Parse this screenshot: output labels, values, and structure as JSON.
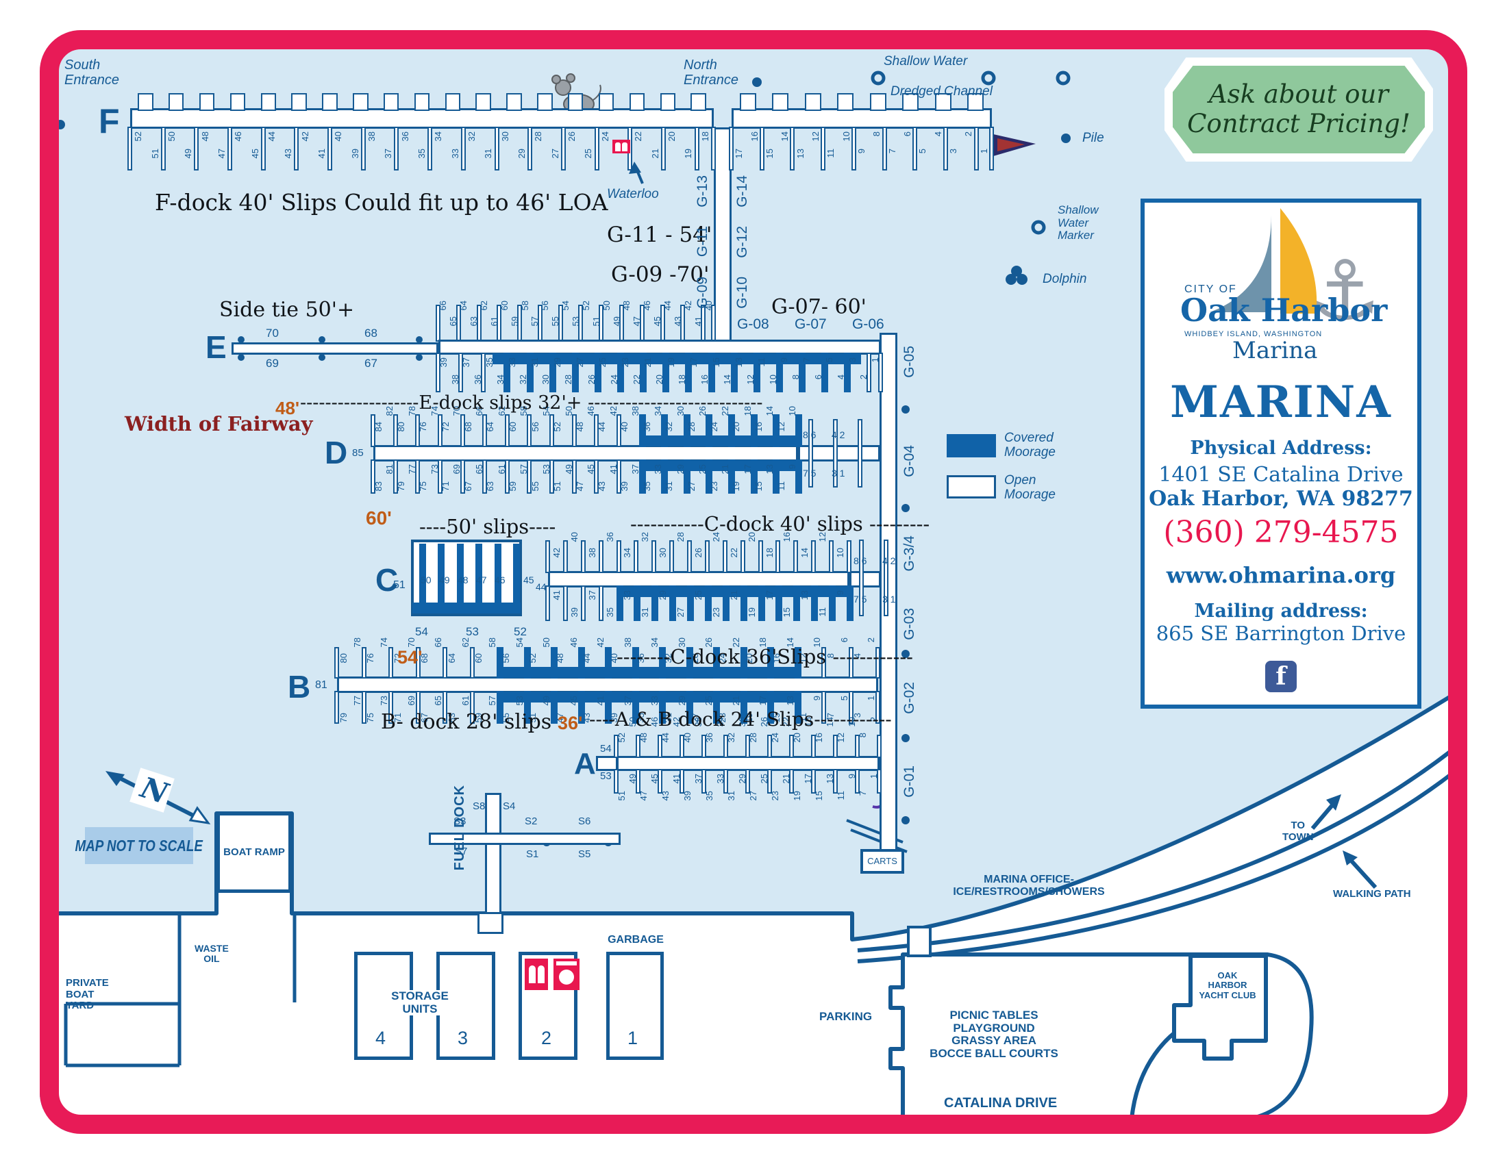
{
  "colors": {
    "border": "#e81b57",
    "water": "#d5e8f4",
    "dock_line": "#155a94",
    "covered": "#1062a8",
    "accent_orange": "#c05d18",
    "maroon": "#8b2020",
    "badge_green": "#8fc89c",
    "phone_red": "#e8174f",
    "facebook_blue": "#3d5a98",
    "highlight": "#a9cce9"
  },
  "badge": {
    "line1": "Ask about our",
    "line2": "Contract Pricing!"
  },
  "panel": {
    "logo": {
      "city_of": "CITY OF",
      "name": "Oak Harbor",
      "sub": "WHIDBEY ISLAND, WASHINGTON",
      "marina": "Marina",
      "anchor_icon": "⚓"
    },
    "title": "MARINA",
    "physical_label": "Physical Address:",
    "address_line1": "1401 SE Catalina Drive",
    "address_line2": "Oak Harbor, WA 98277",
    "phone": "(360) 279-4575",
    "website": "www.ohmarina.org",
    "mailing_label": "Mailing address:",
    "mailing_line": "865 SE Barrington Drive",
    "facebook": "f"
  },
  "legend": {
    "covered": "Covered\nMoorage",
    "open": "Open\nMoorage",
    "pile": "Pile",
    "dolphin": "Dolphin",
    "shallow_marker": "Shallow\nWater\nMarker"
  },
  "water": {
    "south_entrance": "South\nEntrance",
    "north_entrance": "North\nEntrance",
    "shallow_water": "Shallow Water",
    "dredged_channel": "Dredged Channel",
    "waterloo": "Waterloo",
    "width_of_fairway": "Width of Fairway",
    "map_note": "MAP NOT TO SCALE",
    "compass": "N"
  },
  "annotations": {
    "f_dock": "F-dock 40' Slips Could fit up to 46' LOA",
    "g11": "G-11 - 54'",
    "g09": "G-09 -70'",
    "g07": "G-07- 60'",
    "side_tie": "Side tie 50'+",
    "e_caption": "-------------------E-dock slips 32'+ ----------------------------",
    "e_width": "48'",
    "d_width": "60'",
    "fifty_slips": "----50' slips----",
    "c40_caption": "-----------C-dock 40' slips ---------",
    "c36_caption": "--------C-dock 36'Slips ------------",
    "c_width": "54'",
    "b_caption": "B- dock 28' slips",
    "b_width": "36'",
    "ab_caption": "----A & B dock 24' Slips------------"
  },
  "g_labels": {
    "g13": "G-13",
    "g14": "G-14",
    "g11": "G-11",
    "g12": "G-12",
    "g09": "G-09",
    "g10": "G-10",
    "g08": "G-08",
    "g07": "G-07",
    "g06": "G-06",
    "g05": "G-05",
    "g04": "G-04",
    "g34": "G-3/4",
    "g03": "G-03",
    "g02": "G-02",
    "g01": "G-01"
  },
  "docks": {
    "f": {
      "label": "F",
      "left_slips": [
        "52",
        "51",
        "50",
        "49",
        "48",
        "47",
        "46",
        "45",
        "44",
        "43",
        "42",
        "41",
        "40",
        "39",
        "38",
        "37",
        "36",
        "35",
        "34",
        "33",
        "32",
        "31",
        "30",
        "29",
        "28",
        "27",
        "26",
        "25",
        "24",
        "wc",
        "22",
        "21",
        "20",
        "19",
        "18"
      ],
      "right_slips": [
        "17",
        "16",
        "15",
        "14",
        "13",
        "12",
        "11",
        "10",
        "9",
        "8",
        "7",
        "6",
        "5",
        "4",
        "3",
        "2",
        "1"
      ]
    },
    "e": {
      "label": "E",
      "side_tie_top": [
        "70",
        "68"
      ],
      "side_tie_bottom": [
        "69",
        "67"
      ],
      "upper_slips": [
        "66",
        "65",
        "64",
        "63",
        "62",
        "61",
        "60",
        "59",
        "58",
        "57",
        "56",
        "55",
        "54",
        "53",
        "52",
        "51",
        "50",
        "49",
        "48",
        "47",
        "46",
        "45",
        "44",
        "43",
        "42",
        "41",
        "40"
      ],
      "lower_slips": [
        "39",
        "38",
        "37",
        "36",
        "35",
        "34",
        "33",
        "32",
        "31",
        "30",
        "29",
        "28",
        "27",
        "26",
        "25",
        "24",
        "23",
        "22",
        "21",
        "20",
        "19",
        "18",
        "17",
        "16",
        "15",
        "14",
        "13",
        "12",
        "11",
        "10",
        "9",
        "8",
        "7",
        "6",
        "5",
        "4",
        "3",
        "2",
        "1"
      ],
      "covered_range": [
        34,
        3
      ]
    },
    "d": {
      "label": "D",
      "side_tie": "85",
      "upper_slips": [
        "84",
        "82",
        "80",
        "78",
        "76",
        "74",
        "72",
        "70",
        "68",
        "66",
        "64",
        "62",
        "60",
        "58",
        "56",
        "54",
        "52",
        "50",
        "48",
        "46",
        "44",
        "42",
        "40",
        "38",
        "36",
        "34",
        "32",
        "30",
        "28",
        "26",
        "24",
        "22",
        "20",
        "18",
        "16",
        "14",
        "12",
        "10"
      ],
      "lower_slips": [
        "83",
        "81",
        "79",
        "77",
        "75",
        "73",
        "71",
        "69",
        "67",
        "65",
        "63",
        "61",
        "59",
        "57",
        "55",
        "53",
        "51",
        "49",
        "47",
        "45",
        "43",
        "41",
        "39",
        "37",
        "35",
        "33",
        "31",
        "29",
        "27",
        "25",
        "23",
        "21",
        "19",
        "17",
        "15",
        "13",
        "11",
        "9"
      ],
      "end_top": [
        "8 6",
        "4 2"
      ],
      "end_bottom": [
        "7 5",
        "3 1"
      ],
      "covered_range": [
        36,
        9
      ]
    },
    "c": {
      "label": "C",
      "side_tie": "51",
      "fifty_covered": [
        "50",
        "49",
        "48",
        "47",
        "46"
      ],
      "fifty_open": [
        "45",
        "44"
      ],
      "fifty_footer": [
        "54",
        "53",
        "52"
      ],
      "upper_slips": [
        "42",
        "40",
        "38",
        "36",
        "34",
        "32",
        "30",
        "28",
        "26",
        "24",
        "22",
        "20",
        "18",
        "16",
        "14",
        "12",
        "10"
      ],
      "lower_slips": [
        "41",
        "39",
        "37",
        "35",
        "33",
        "31",
        "29",
        "27",
        "25",
        "23",
        "21",
        "19",
        "17",
        "15",
        "13",
        "11",
        "9"
      ],
      "end_top": [
        "8 6",
        "4 2"
      ],
      "end_bottom": [
        "7 5",
        "3 1"
      ],
      "covered_range": [
        33,
        9
      ]
    },
    "b": {
      "label": "B",
      "side_tie": "81",
      "upper_slips": [
        "80",
        "78",
        "76",
        "74",
        "72",
        "70",
        "68",
        "66",
        "64",
        "62",
        "60",
        "58",
        "56",
        "54",
        "52",
        "50",
        "48",
        "46",
        "44",
        "42",
        "40",
        "38",
        "36",
        "34",
        "32",
        "30",
        "28",
        "26",
        "24",
        "22",
        "20",
        "18",
        "16",
        "14",
        "12",
        "10",
        "8",
        "6",
        "4",
        "2"
      ],
      "lower_slips": [
        "79",
        "77",
        "75",
        "73",
        "71",
        "69",
        "67",
        "65",
        "63",
        "61",
        "59",
        "57",
        "55",
        "53",
        "51",
        "49",
        "47",
        "45",
        "43",
        "41",
        "39",
        "37",
        "35",
        "33",
        "31",
        "29",
        "27",
        "25",
        "23",
        "21",
        "19",
        "17",
        "15",
        "13",
        "11",
        "9",
        "7",
        "5",
        "3",
        "1"
      ],
      "covered_range": [
        56,
        13
      ]
    },
    "a": {
      "label": "A",
      "side_tie_top": "54",
      "side_tie_bottom": "53",
      "upper_slips": [
        "52",
        "50",
        "48",
        "46",
        "44",
        "42",
        "40",
        "38",
        "36",
        "34",
        "32",
        "30",
        "28",
        "26",
        "24",
        "22",
        "20",
        "18",
        "16",
        "14",
        "12",
        "10",
        "8",
        "2"
      ],
      "lower_slips": [
        "51",
        "49",
        "47",
        "45",
        "43",
        "41",
        "39",
        "37",
        "35",
        "33",
        "31",
        "29",
        "27",
        "25",
        "23",
        "21",
        "19",
        "17",
        "15",
        "13",
        "11",
        "9",
        "7",
        "1"
      ]
    }
  },
  "shore": {
    "boat_ramp": "BOAT RAMP",
    "fuel_dock": "FUEL DOCK",
    "carts": "CARTS",
    "marina_office": "MARINA OFFICE-\nICE/RESTROOMS/SHOWERS",
    "waste_oil": "WASTE\nOIL",
    "private_boat_yard": "PRIVATE\nBOAT\nYARD",
    "storage_units": "STORAGE\nUNITS",
    "unit_numbers": [
      "4",
      "3",
      "2",
      "1"
    ],
    "garbage": "GARBAGE",
    "parking": "PARKING",
    "picnic_area": "PICNIC TABLES\nPLAYGROUND\nGRASSY AREA\nBOCCE BALL COURTS",
    "yacht_club": "OAK\nHARBOR\nYACHT CLUB",
    "catalina_drive": "CATALINA DRIVE",
    "to_town": "TO\nTOWN",
    "walking_path": "WALKING PATH",
    "s_labels": [
      "S8",
      "S4",
      "S3",
      "S2",
      "S6",
      "S7",
      "S1",
      "S5"
    ]
  }
}
